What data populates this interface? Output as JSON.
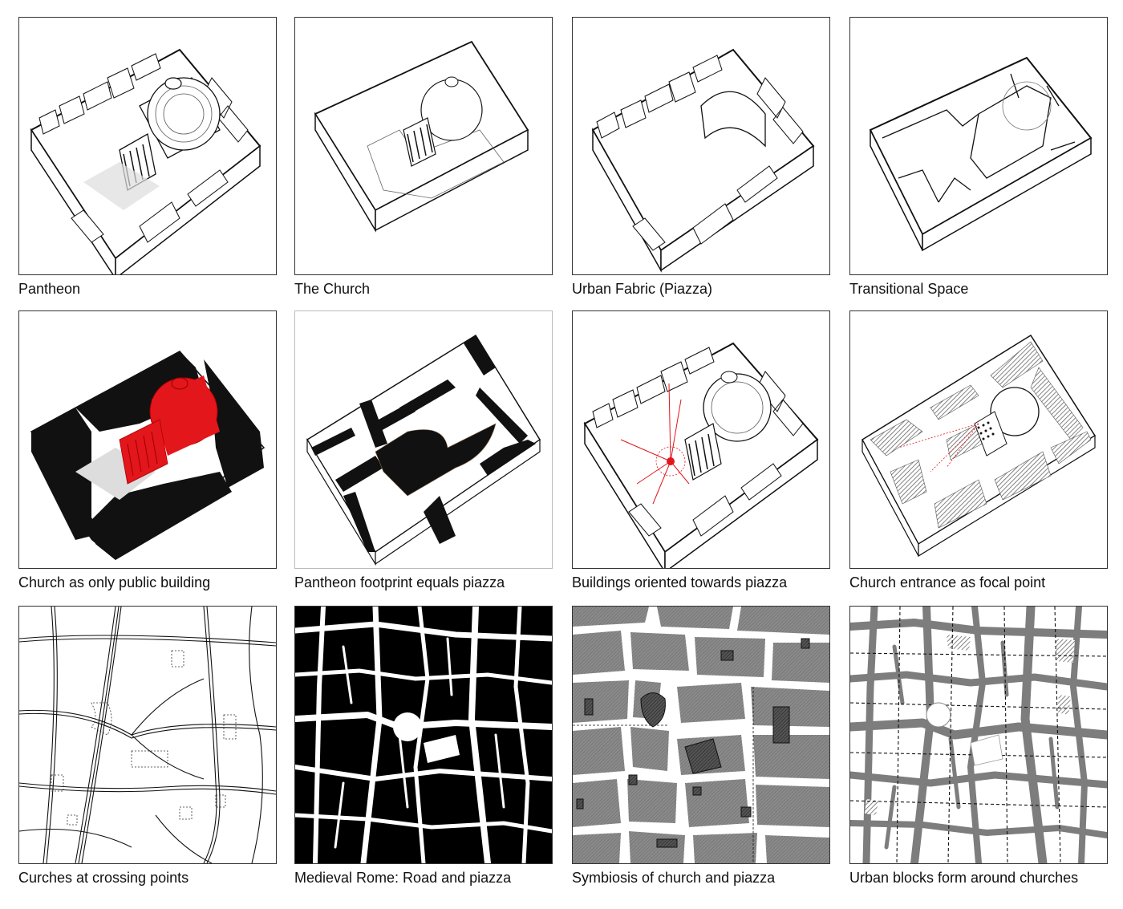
{
  "captions": {
    "r1c1": "Pantheon",
    "r1c2": "The Church",
    "r1c3": "Urban Fabric (Piazza)",
    "r1c4": "Transitional Space",
    "r2c1": "Church as only public building",
    "r2c2": "Pantheon footprint equals piazza",
    "r2c3": "Buildings oriented towards piazza",
    "r2c4": "Church entrance as focal point",
    "r3c1": "Curches at crossing points",
    "r3c2": "Medieval Rome: Road and piazza",
    "r3c3": "Symbiosis of church and piazza",
    "r3c4": "Urban blocks form around churches"
  },
  "colors": {
    "ink": "#111111",
    "accent_red": "#e3161b",
    "block_gray": "#7d7d7d",
    "paper": "#ffffff"
  }
}
